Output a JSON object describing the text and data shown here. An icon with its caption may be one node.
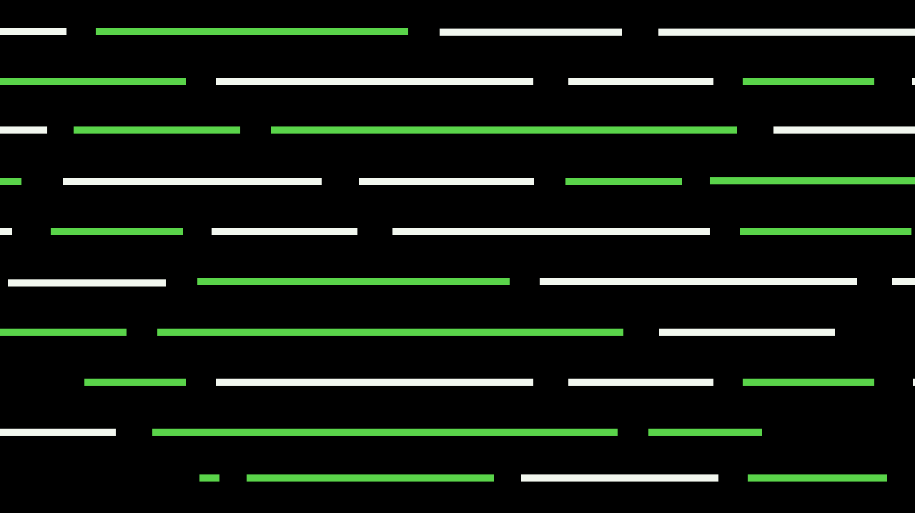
{
  "diagram": {
    "nodes": [
      {
        "text": [],
        "shape": "bar"
      },
      {
        "text": [],
        "shape": "bar"
      },
      {
        "text": [],
        "shape": "bar"
      },
      {
        "text": [],
        "shape": "bar"
      },
      {
        "text": [],
        "shape": "bar"
      },
      {
        "text": [],
        "shape": "bar"
      },
      {
        "text": [],
        "shape": "bar"
      },
      {
        "text": [],
        "shape": "bar"
      },
      {
        "text": [],
        "shape": "bar"
      },
      {
        "text": [],
        "shape": "bar"
      },
      {
        "text": [],
        "shape": "bar"
      },
      {
        "text": [],
        "shape": "bar"
      },
      {
        "text": [],
        "shape": "bar"
      },
      {
        "text": [],
        "shape": "bar"
      },
      {
        "text": [],
        "shape": "bar"
      },
      {
        "text": [],
        "shape": "bar"
      },
      {
        "text": [],
        "shape": "bar"
      },
      {
        "text": [],
        "shape": "bar"
      },
      {
        "text": [],
        "shape": "bar"
      },
      {
        "text": [],
        "shape": "bar"
      },
      {
        "text": [],
        "shape": "bar"
      },
      {
        "text": [],
        "shape": "bar"
      },
      {
        "text": [],
        "shape": "bar"
      },
      {
        "text": [],
        "shape": "bar"
      },
      {
        "text": [],
        "shape": "bar"
      },
      {
        "text": [],
        "shape": "bar"
      },
      {
        "text": [],
        "shape": "bar"
      },
      {
        "text": [],
        "shape": "bar"
      },
      {
        "text": [],
        "shape": "bar"
      },
      {
        "text": [],
        "shape": "bar"
      },
      {
        "text": [],
        "shape": "bar"
      },
      {
        "text": [],
        "shape": "bar"
      },
      {
        "text": [],
        "shape": "bar"
      },
      {
        "text": [],
        "shape": "bar"
      },
      {
        "text": [],
        "shape": "bar"
      },
      {
        "text": [],
        "shape": "bar"
      },
      {
        "text": [],
        "shape": "bar"
      },
      {
        "text": [],
        "shape": "bar"
      },
      {
        "text": [],
        "shape": "bar"
      },
      {
        "text": [],
        "shape": "bar"
      },
      {
        "text": [],
        "shape": "bar"
      },
      {
        "text": [],
        "shape": "bar"
      }
    ]
  }
}
